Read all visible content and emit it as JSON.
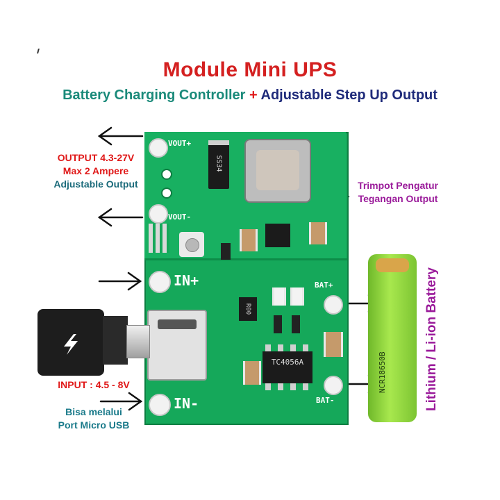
{
  "title": "Module Mini UPS",
  "subtitle": {
    "part1": "Battery Charging Controller",
    "plus": "+",
    "part2": "Adjustable Step Up Output"
  },
  "output_spec": {
    "line1": "OUTPUT 4.3-27V",
    "line2": "Max 2 Ampere",
    "line3": "Adjustable Output"
  },
  "trimpot_label": {
    "line1": "Trimpot Pengatur",
    "line2": "Tegangan Output"
  },
  "input_spec": {
    "line1": "INPUT : 4.5 - 8V",
    "line2": "Bisa melalui",
    "line3": "Port Micro USB"
  },
  "battery_label": "Lithium / Li-ion Battery",
  "battery_print": "NCR18650B",
  "silkscreen": {
    "vout_plus": "VOUT+",
    "vout_minus": "VOUT-",
    "in_plus": "IN+",
    "in_minus": "IN-",
    "bat_plus": "BAT+",
    "bat_minus": "BAT-",
    "diode_code": "SS34",
    "resistor_code": "R00",
    "chip_code": "TC4056A"
  },
  "colors": {
    "title_red": "#d42020",
    "teal": "#1a8a7a",
    "navy": "#1e2a7a",
    "red": "#e01818",
    "purple": "#9a1a9a",
    "pcb_green": "#15a85a",
    "battery_green": "#8fd63a"
  },
  "icons": [
    "arrow-left-icon",
    "arrow-right-icon",
    "lightning-bolt-icon"
  ]
}
